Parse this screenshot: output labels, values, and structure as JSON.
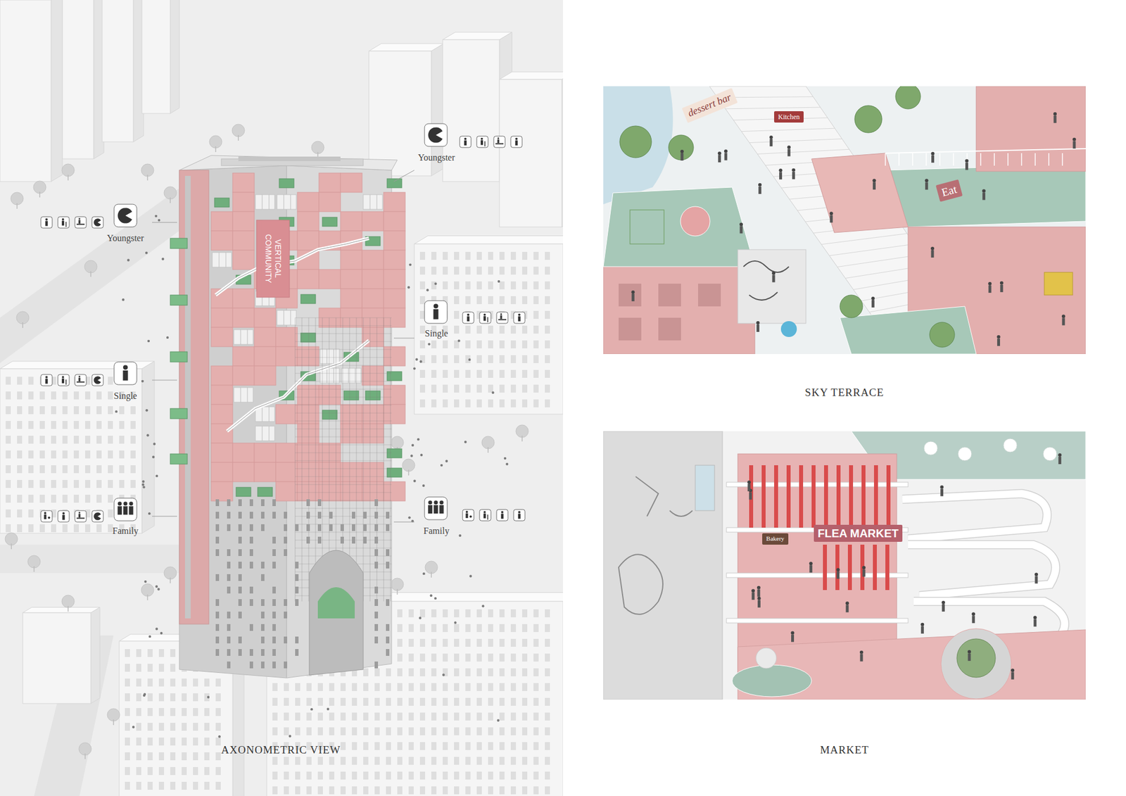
{
  "diagram": {
    "labels": [
      "Youngster",
      "Youngster",
      "Single",
      "Single",
      "Family",
      "Family",
      "VERTICAL COMMUNITY",
      "dessert bar",
      "Kitchen",
      "Eat",
      "Bakery",
      "FLEA MARKET",
      "AXONOMETRIC VIEW",
      "SKY TERRACE",
      "MARKET"
    ]
  }
}
